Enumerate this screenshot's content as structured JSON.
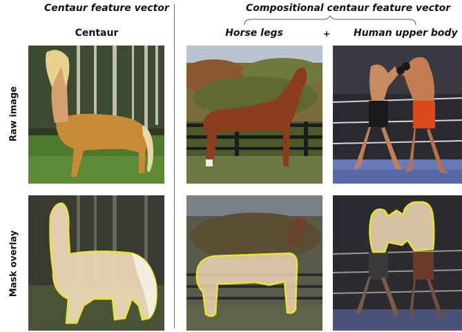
{
  "headers": {
    "left": "Centaur feature vector",
    "right": "Compositional centaur feature vector"
  },
  "columns": {
    "centaur": "Centaur",
    "horse_legs": "Horse legs",
    "plus": "+",
    "human_upper_body": "Human upper body"
  },
  "rows": {
    "raw": "Raw image",
    "mask": "Mask overlay"
  },
  "colors": {
    "mask_outline": "#e6e632",
    "mask_fill": "#ffe9c8"
  }
}
